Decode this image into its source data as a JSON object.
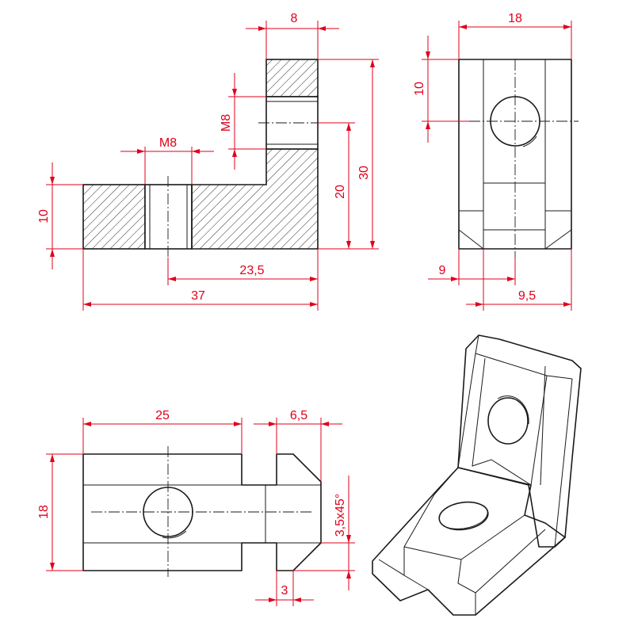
{
  "colors": {
    "dimension": "#e0001b",
    "outline": "#1a1a1a",
    "background": "#ffffff"
  },
  "views": {
    "section": {
      "dim_top_width": "8",
      "dim_hole_top": "M8",
      "dim_hole_side": "M8",
      "dim_height_base": "10",
      "dim_height_inner": "20",
      "dim_height_total": "30",
      "dim_inner_length": "23,5",
      "dim_total_length": "37"
    },
    "front": {
      "dim_width": "18",
      "dim_hole_height": "10",
      "dim_offset": "9",
      "dim_center_offset": "9,5"
    },
    "top": {
      "dim_length": "25",
      "dim_chamfer_width": "6,5",
      "dim_width": "18",
      "dim_chamfer": "3,5x45°",
      "dim_step": "3"
    }
  }
}
